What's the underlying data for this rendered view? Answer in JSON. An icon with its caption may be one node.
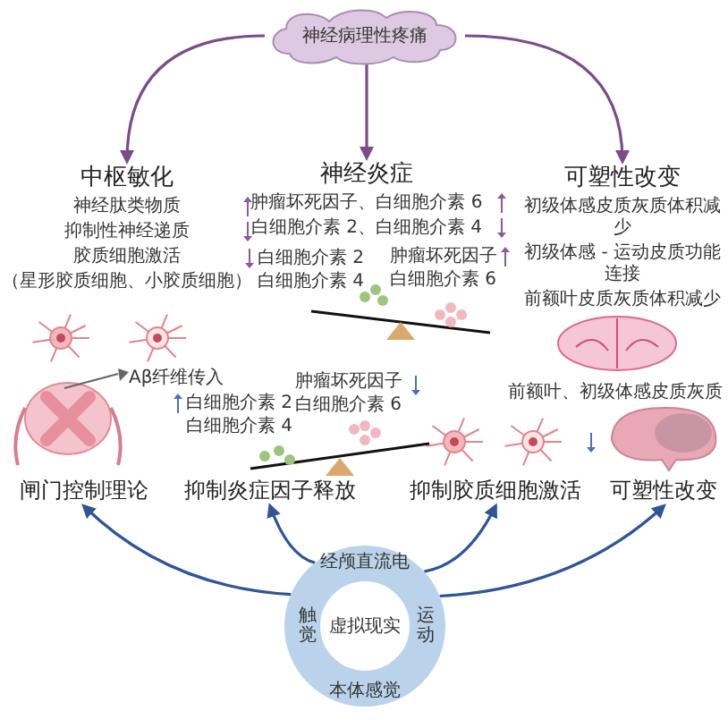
{
  "diagram": {
    "nodes": [
      {
        "text": [
          "神经病理性疼痛"
        ]
      },
      {
        "text": [
          "中枢敏化",
          "神经肽类物质",
          "抑制性神经递质",
          "胶质细胞激活",
          "（星形胶质细胞、小胶质细胞）"
        ]
      },
      {
        "text": [
          "神经炎症",
          "肿瘤坏死因子、白细胞介素 6",
          "白细胞介素 2、白细胞介素 4"
        ]
      },
      {
        "text": [
          "可塑性改变",
          "初级体感皮质灰质体积减少",
          "初级体感 - 运动皮质功能连接",
          "前额叶皮质灰质体积减少"
        ]
      },
      {
        "text": [
          "闸门控制理论"
        ]
      },
      {
        "text": [
          "抑制炎症因子释放"
        ]
      },
      {
        "text": [
          "抑制胶质细胞激活"
        ]
      },
      {
        "text": [
          "可塑性改变"
        ]
      },
      {
        "text": [
          "经颅直流电",
          "触觉",
          "虚拟现实",
          "运动",
          "本体感觉"
        ]
      }
    ],
    "edges": [
      {
        "from": 0,
        "to": 1,
        "arrow": "to"
      },
      {
        "from": 0,
        "to": 2,
        "arrow": "to"
      },
      {
        "from": 0,
        "to": 3,
        "arrow": "to"
      },
      {
        "from": 8,
        "to": 4,
        "arrow": "to",
        "color": "#2f5597"
      },
      {
        "from": 8,
        "to": 5,
        "arrow": "to",
        "color": "#2f5597"
      },
      {
        "from": 8,
        "to": 6,
        "arrow": "to",
        "color": "#2f5597"
      },
      {
        "from": 8,
        "to": 7,
        "arrow": "to",
        "color": "#2f5597"
      }
    ],
    "labels": [
      "白细胞介素 2",
      "白细胞介素 4",
      "肿瘤坏死因子",
      "白细胞介素 6",
      "Aβ纤维传入",
      "白细胞介素 2",
      "白细胞介素 4",
      "肿瘤坏死因子",
      "白细胞介素 6",
      "前额叶、初级体感皮质灰质"
    ]
  }
}
